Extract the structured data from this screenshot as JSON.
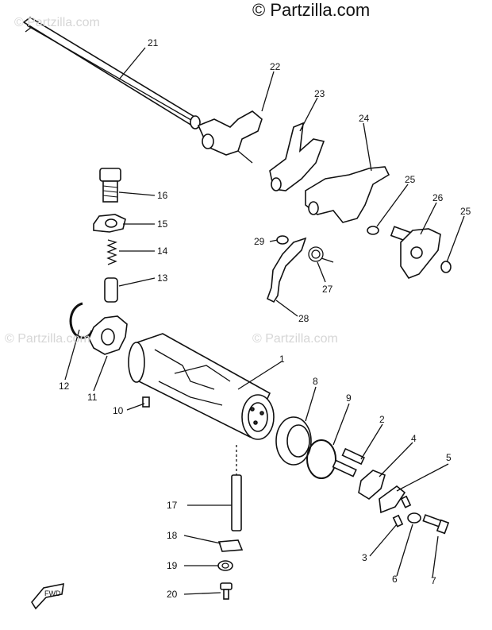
{
  "watermarks": {
    "top": "© Partzilla.com",
    "faint": [
      "© Partzilla.com",
      "© Partzilla.com",
      "© Partzilla.com"
    ]
  },
  "fwd_label": "FWD",
  "callouts": [
    {
      "id": "21",
      "label": "21"
    },
    {
      "id": "22",
      "label": "22"
    },
    {
      "id": "23",
      "label": "23"
    },
    {
      "id": "24",
      "label": "24"
    },
    {
      "id": "25a",
      "label": "25"
    },
    {
      "id": "26",
      "label": "26"
    },
    {
      "id": "25b",
      "label": "25"
    },
    {
      "id": "16",
      "label": "16"
    },
    {
      "id": "15",
      "label": "15"
    },
    {
      "id": "14",
      "label": "14"
    },
    {
      "id": "13",
      "label": "13"
    },
    {
      "id": "29",
      "label": "29"
    },
    {
      "id": "27",
      "label": "27"
    },
    {
      "id": "28",
      "label": "28"
    },
    {
      "id": "12",
      "label": "12"
    },
    {
      "id": "11",
      "label": "11"
    },
    {
      "id": "10",
      "label": "10"
    },
    {
      "id": "1",
      "label": "1"
    },
    {
      "id": "8",
      "label": "8"
    },
    {
      "id": "9",
      "label": "9"
    },
    {
      "id": "2",
      "label": "2"
    },
    {
      "id": "4",
      "label": "4"
    },
    {
      "id": "5",
      "label": "5"
    },
    {
      "id": "17",
      "label": "17"
    },
    {
      "id": "18",
      "label": "18"
    },
    {
      "id": "19",
      "label": "19"
    },
    {
      "id": "20",
      "label": "20"
    },
    {
      "id": "3",
      "label": "3"
    },
    {
      "id": "6",
      "label": "6"
    },
    {
      "id": "7",
      "label": "7"
    }
  ]
}
